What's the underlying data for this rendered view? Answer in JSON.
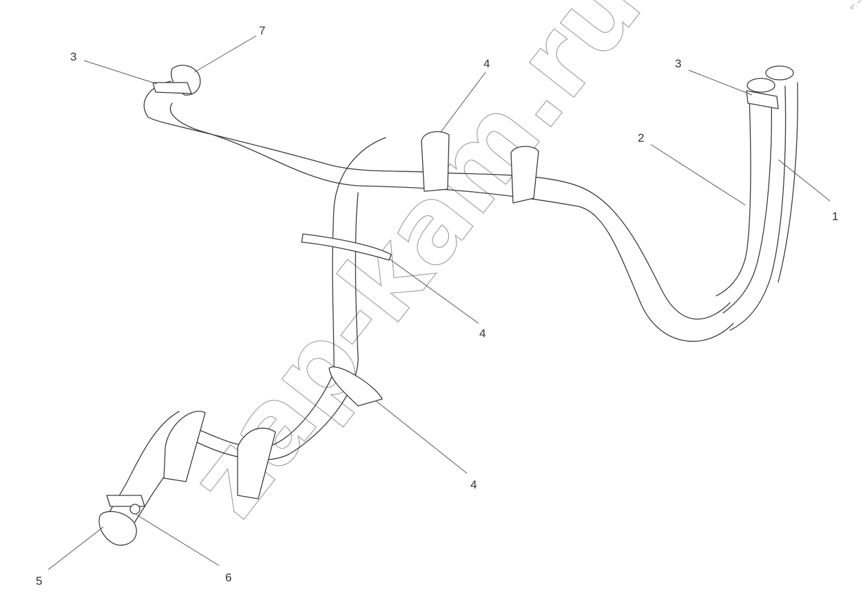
{
  "diagram": {
    "callouts": [
      "1",
      "2",
      "3",
      "3",
      "4",
      "4",
      "4",
      "4",
      "5",
      "6",
      "7"
    ],
    "watermark": "zap-kam.ru",
    "corner_mark": "o°. °°"
  },
  "colors": {
    "line": "#3a3a3a",
    "leader": "#555555",
    "watermark": "#9a9a9a",
    "background": "#ffffff"
  }
}
